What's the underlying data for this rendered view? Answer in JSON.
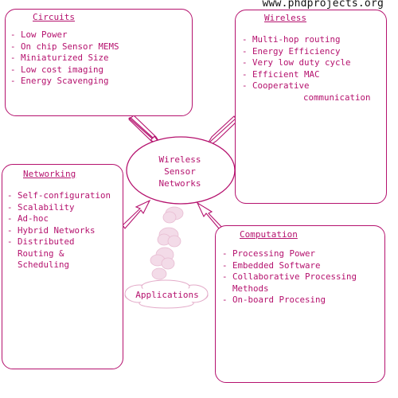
{
  "header": {
    "url": "www.phdprojects.org"
  },
  "center": {
    "lines": [
      "Wireless",
      "Sensor",
      "Networks"
    ]
  },
  "applications": {
    "label": "Applications"
  },
  "boxes": {
    "circuits": {
      "title": "Circuits",
      "items": [
        "Low Power",
        "On chip Sensor MEMS",
        "Miniaturized Size",
        "Low cost imaging",
        "Energy Scavenging"
      ]
    },
    "wireless": {
      "title": "Wireless",
      "items": [
        "Multi-hop routing",
        "Energy Efficiency",
        "Very low duty cycle",
        "Efficient MAC"
      ],
      "last_item": [
        "Cooperative",
        "communication"
      ]
    },
    "networking": {
      "title": "Networking",
      "items": [
        "Self-configuration",
        "Scalability",
        "Ad-hoc",
        "Hybrid Networks"
      ],
      "last_item": [
        "Distributed",
        "Routing &",
        "Scheduling"
      ]
    },
    "computation": {
      "title": "Computation",
      "items": [
        "Processing Power",
        "Embedded Software"
      ],
      "multi_item": [
        "Collaborative Processing",
        "Methods"
      ],
      "last_item": "On-board Procesing"
    }
  },
  "colors": {
    "accent": "#b5126e",
    "text_dark": "#111111",
    "cloud": "#f3dbe8"
  }
}
